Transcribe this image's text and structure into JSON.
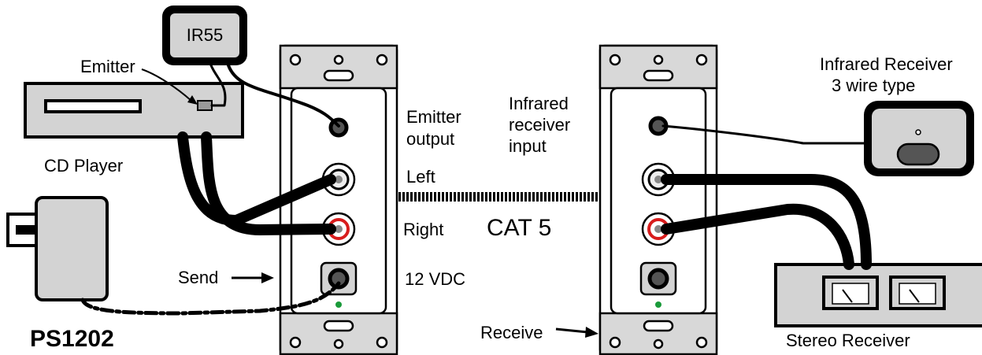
{
  "labels": {
    "ir55": "IR55",
    "emitter": "Emitter",
    "cd_player": "CD Player",
    "emitter_output_1": "Emitter",
    "emitter_output_2": "output",
    "left": "Left",
    "right": "Right",
    "vdc": "12 VDC",
    "send": "Send",
    "ps1202": "PS1202",
    "cat5": "CAT 5",
    "ir_input_1": "Infrared",
    "ir_input_2": "receiver",
    "ir_input_3": "input",
    "receive": "Receive",
    "infrared_receiver_1": "Infrared Receiver",
    "infrared_receiver_2": "3 wire type",
    "stereo_receiver": "Stereo Receiver"
  },
  "colors": {
    "panel_fill": "#d8d8d8",
    "device_fill": "#d3d3d3",
    "red_jack": "#d81c1c",
    "led_green": "#1a9a3a",
    "ir_window": "#555555",
    "line": "#000000"
  }
}
